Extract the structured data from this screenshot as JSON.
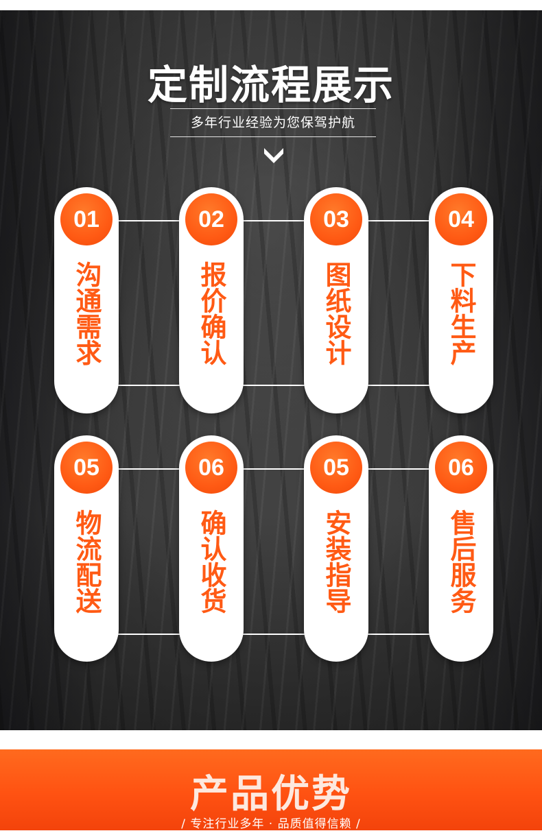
{
  "process": {
    "title": "定制流程展示",
    "subtitle": "多年行业经验为您保驾护航",
    "icons": {
      "chevron": "chevron-down-icon"
    },
    "steps": [
      {
        "num": "01",
        "label": "沟通需求"
      },
      {
        "num": "02",
        "label": "报价确认"
      },
      {
        "num": "03",
        "label": "图纸设计"
      },
      {
        "num": "04",
        "label": "下料生产"
      },
      {
        "num": "05",
        "label": "物流配送"
      },
      {
        "num": "06",
        "label": "确认收货"
      },
      {
        "num": "05",
        "label": "安装指导"
      },
      {
        "num": "06",
        "label": "售后服务"
      }
    ]
  },
  "advantage": {
    "title": "产品优势",
    "subtitle": "/ 专注行业多年 · 品质值得信赖 /"
  },
  "colors": {
    "accent": "#ff5a14",
    "banner": "#ff5212",
    "text_light": "#ffffff"
  }
}
